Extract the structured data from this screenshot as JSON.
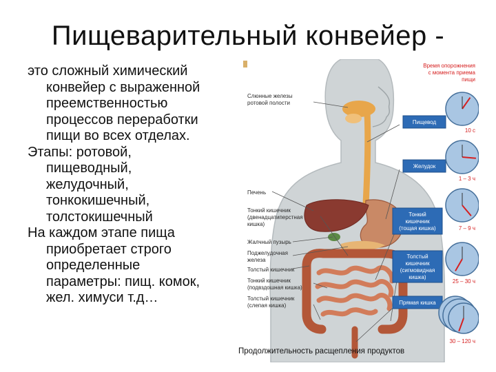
{
  "slide": {
    "title": "Пищеварительный конвейер -",
    "body_lines": [
      "это сложный химический",
      "конвейер с выраженной",
      "преемственностью",
      "процессов переработки",
      "пищи во всех отделах.",
      "Этапы: ротовой,",
      "пищеводный,",
      "желудочный,",
      "тонкокишечный,",
      "толстокишечный",
      "На каждом этапе пища",
      "приобретает строго",
      "определенные",
      "параметры: пищ. комок,",
      "жел. химуси т.д…"
    ]
  },
  "figure": {
    "header": [
      "Время опорожнения",
      "с момента приема",
      "пищи"
    ],
    "left_labels": [
      [
        "Слюнные железы",
        "ротовой полости"
      ],
      [
        "Печень"
      ],
      [
        "Тонкий кишечник",
        "(двенадцатиперстная",
        "кишка)"
      ],
      [
        "Жалчный пузырь"
      ],
      [
        "Поджелудочная",
        "железа"
      ],
      [
        "Толстый кишечник"
      ],
      [
        "Тонкий кишечник",
        "(подвздошная кишка)"
      ],
      [
        "Толстый кишечник",
        "(слепая кишка)"
      ]
    ],
    "stage_boxes": [
      [
        "Пищевод"
      ],
      [
        "Желудок"
      ],
      [
        "Тонкий",
        "кишечник",
        "(тощая кишка)"
      ],
      [
        "Толстый",
        "кишечник",
        "(сигмовидная",
        "кишка)"
      ],
      [
        "Прямая кишка"
      ]
    ],
    "times": [
      "10 с",
      "1 – 3 ч",
      "7 – 9 ч",
      "25 – 30 ч",
      "30 – 120 ч"
    ],
    "clock_hands": [
      {
        "hour_deg": 35,
        "sector_deg": 0
      },
      {
        "hour_deg": 95,
        "sector_deg": 0
      },
      {
        "hour_deg": 140,
        "sector_deg": 0
      },
      {
        "hour_deg": 210,
        "sector_deg": 0
      },
      {
        "hour_deg": 200,
        "sector_deg": 0
      }
    ],
    "colors": {
      "accent_red": "#d62020",
      "box_blue": "#2d6bb5",
      "clock_face": "#a9c6e3",
      "skin": "#cfd4d6",
      "intestine": "#c26a48",
      "liver": "#8a3a30"
    }
  },
  "caption": "Продолжительность расщепления продуктов"
}
